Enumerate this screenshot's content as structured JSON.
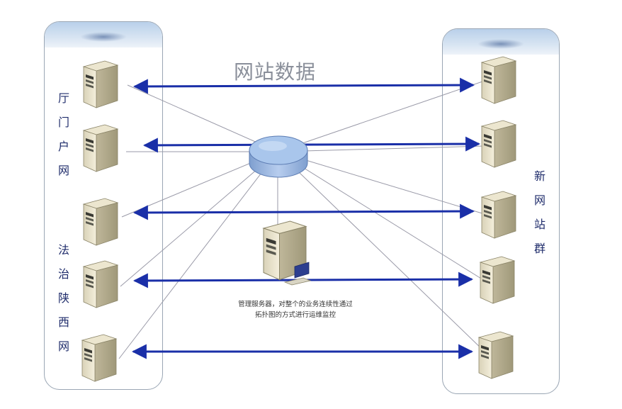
{
  "diagram": {
    "title": "网站数据",
    "left_group": {
      "label_top": "厅门户网",
      "label_bottom": "法治陕西网"
    },
    "right_group": {
      "label": "新网站群"
    },
    "hub": {
      "icon": "database-disk-icon"
    },
    "management_server": {
      "caption": "管理服务器，对整个的业务连续性通过拓扑图的方式进行运维监控"
    },
    "colors": {
      "arrow": "#1a2fa8",
      "line": "#9a9aa8",
      "hub": "#a9c6ec",
      "label": "#1f2c6b"
    }
  }
}
